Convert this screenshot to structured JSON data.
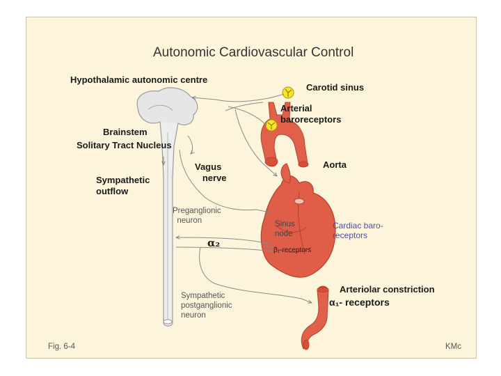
{
  "title": "Autonomic Cardiovascular Control",
  "labels": {
    "hypothalamic": "Hypothalamic autonomic centre",
    "brainstem": "Brainstem",
    "solitary": "Solitary Tract Nucleus",
    "sympathetic_outflow": "Sympathetic\noutflow",
    "vagus": "Vagus\n   nerve",
    "preganglionic": "Preganglionic\n  neuron",
    "carotid_sinus": "Carotid sinus",
    "arterial_baroreceptors": "Arterial\nbaroreceptors",
    "aorta": "Aorta",
    "sinus_node": "Sinus\nnode",
    "beta_receptors": "β₁-receptors",
    "cardiac_baro": "Cardiac baro-\nreceptors",
    "alpha2": "α₂",
    "arteriolar": "Arteriolar constriction",
    "alpha1_receptors": "α₁- receptors",
    "sympathetic_post": "Sympathetic\npostganglionic\nneuron",
    "fig": "Fig. 6-4",
    "author": "KMc"
  },
  "colors": {
    "slide_bg": "#fcf5dc",
    "vessel_red": "#e0604a",
    "heart_red": "#e05d48",
    "receptor_yellow": "#f5e62a",
    "brain_gray": "#e6e6e6",
    "nerve_line": "#8a8a8a",
    "blue_text": "#4f4f9a"
  }
}
